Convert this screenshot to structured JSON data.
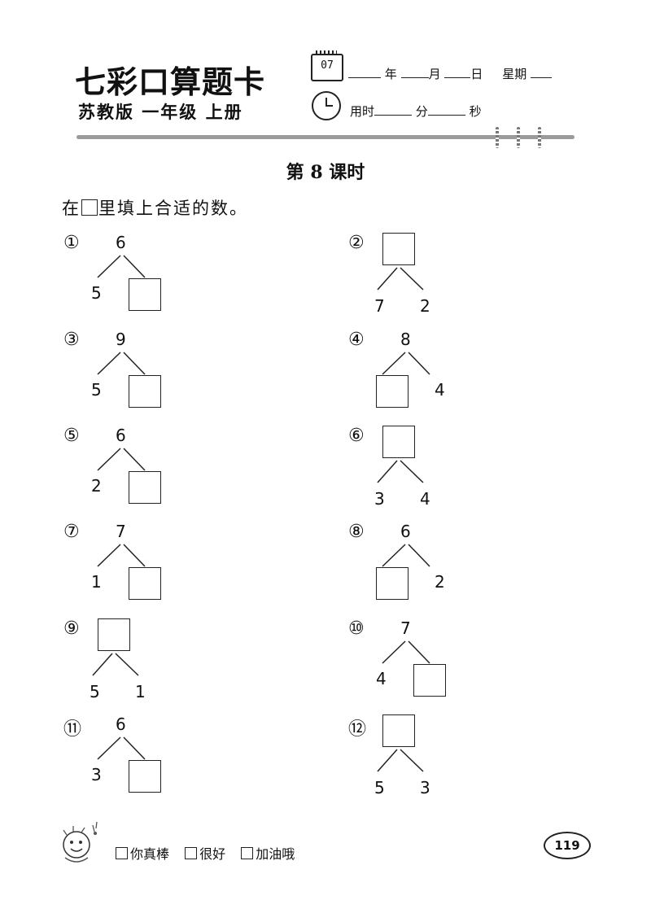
{
  "header": {
    "brand": "七彩口算题卡",
    "edition": "苏教版  一年级  上册",
    "calendar_number": "07",
    "date_labels": {
      "year": "年",
      "month": "月",
      "day": "日",
      "weekday": "星期"
    },
    "time_labels": {
      "used": "用时",
      "minutes": "分",
      "seconds": "秒"
    }
  },
  "lesson_title": "第 8 课时",
  "instruction": {
    "before": "在",
    "after": "里填上合适的数。"
  },
  "problems": [
    {
      "label": "①",
      "type": "top-given",
      "top": "6",
      "left": "5",
      "right": ""
    },
    {
      "label": "②",
      "type": "top-blank",
      "top": "",
      "left": "7",
      "right": "2"
    },
    {
      "label": "③",
      "type": "top-given",
      "top": "9",
      "left": "5",
      "right": ""
    },
    {
      "label": "④",
      "type": "left-blank",
      "top": "8",
      "left": "",
      "right": "4"
    },
    {
      "label": "⑤",
      "type": "top-given",
      "top": "6",
      "left": "2",
      "right": ""
    },
    {
      "label": "⑥",
      "type": "top-blank",
      "top": "",
      "left": "3",
      "right": "4"
    },
    {
      "label": "⑦",
      "type": "top-given",
      "top": "7",
      "left": "1",
      "right": ""
    },
    {
      "label": "⑧",
      "type": "left-blank",
      "top": "6",
      "left": "",
      "right": "2"
    },
    {
      "label": "⑨",
      "type": "top-blank",
      "top": "",
      "left": "5",
      "right": "1"
    },
    {
      "label": "⑩",
      "type": "top-given",
      "top": "7",
      "left": "4",
      "right": ""
    },
    {
      "label": "⑪",
      "type": "top-given",
      "top": "6",
      "left": "3",
      "right": ""
    },
    {
      "label": "⑫",
      "type": "top-blank",
      "top": "",
      "left": "5",
      "right": "3"
    }
  ],
  "footer": {
    "ratings": [
      "你真棒",
      "很好",
      "加油哦"
    ],
    "page_number": "119"
  }
}
